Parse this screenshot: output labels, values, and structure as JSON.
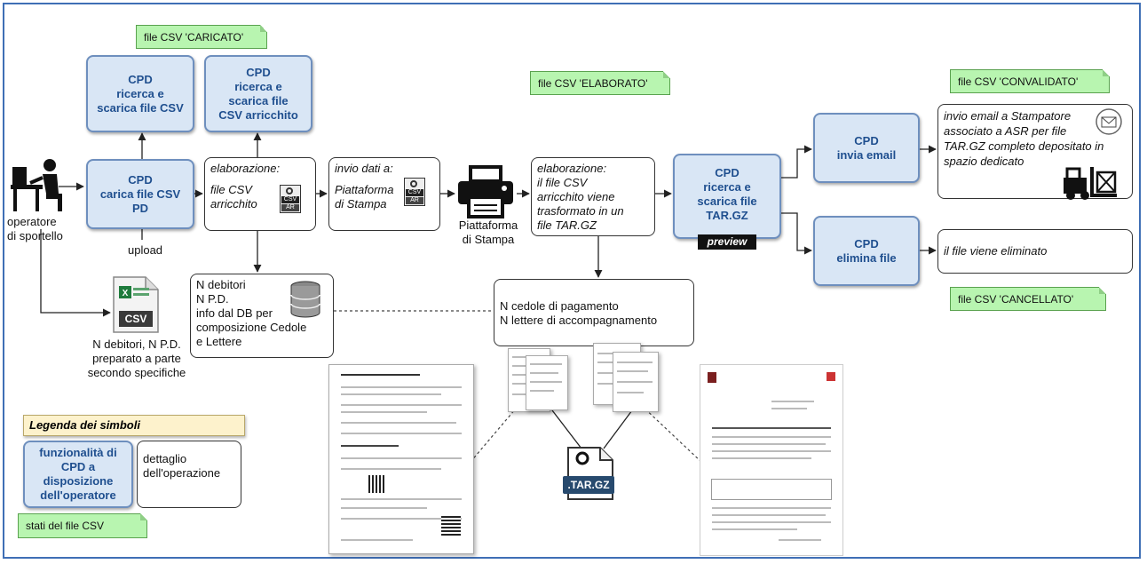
{
  "notes": {
    "caricato": "file CSV 'CARICATO'",
    "elaborato": "file CSV 'ELABORATO'",
    "convalidato": "file CSV 'CONVALIDATO'",
    "cancellato": "file CSV 'CANCELLATO'"
  },
  "cpd": {
    "search_csv": "CPD\nricerca e\nscarica file CSV",
    "search_enriched": "CPD\nricerca e\nscarica file\nCSV arricchito",
    "upload": "CPD\ncarica file CSV\nPD",
    "search_targz": "CPD\nricerca e\nscarica file\nTAR.GZ",
    "send_email": "CPD\ninvia email",
    "delete_file": "CPD\nelimina file"
  },
  "preview_badge": "preview",
  "operator_label": "operatore\ndi sportello",
  "upload_label": "upload",
  "csv_icon_text": "CSV",
  "csv_note": "N debitori, N P.D.\npreparato a parte\nsecondo specifiche",
  "elab1": {
    "title": "elaborazione:",
    "body": "file CSV\narricchito",
    "badge_top": "CSV",
    "badge_bottom": "AR"
  },
  "invio": {
    "title": "invio dati a:",
    "body": "Piattaforma\ndi Stampa",
    "badge_top": "CSV",
    "badge_bottom": "AR"
  },
  "printer_label": "Piattaforma\ndi Stampa",
  "elab2": "elaborazione:\nil file CSV\narricchito viene\ntrasformato in un\nfile TAR.GZ",
  "db_box": "N debitori\nN P.D.\ninfo dal DB per\ncomposizione Cedole\ne Lettere",
  "cedole_box": "N cedole di pagamento\nN lettere di accompagnamento",
  "email_box": "invio email a Stampatore\nassociato a ASR per file\nTAR.GZ completo depositato in\nspazio dedicato",
  "delete_box": "il file viene eliminato",
  "targz_label": ".TAR.GZ",
  "legend": {
    "title": "Legenda dei simboli",
    "cpd_func": "funzionalità di\nCPD a\ndisposizione\ndell'operatore",
    "detail": "dettaglio\ndell'operazione",
    "states": "stati del file CSV"
  },
  "colors": {
    "cpd_fill": "#d9e6f5",
    "cpd_border": "#6e8fbe",
    "cpd_text": "#1f4f8f",
    "note_fill": "#b8f5b0",
    "legend_fill": "#fdf2cc",
    "frame": "#3f6fb5"
  }
}
